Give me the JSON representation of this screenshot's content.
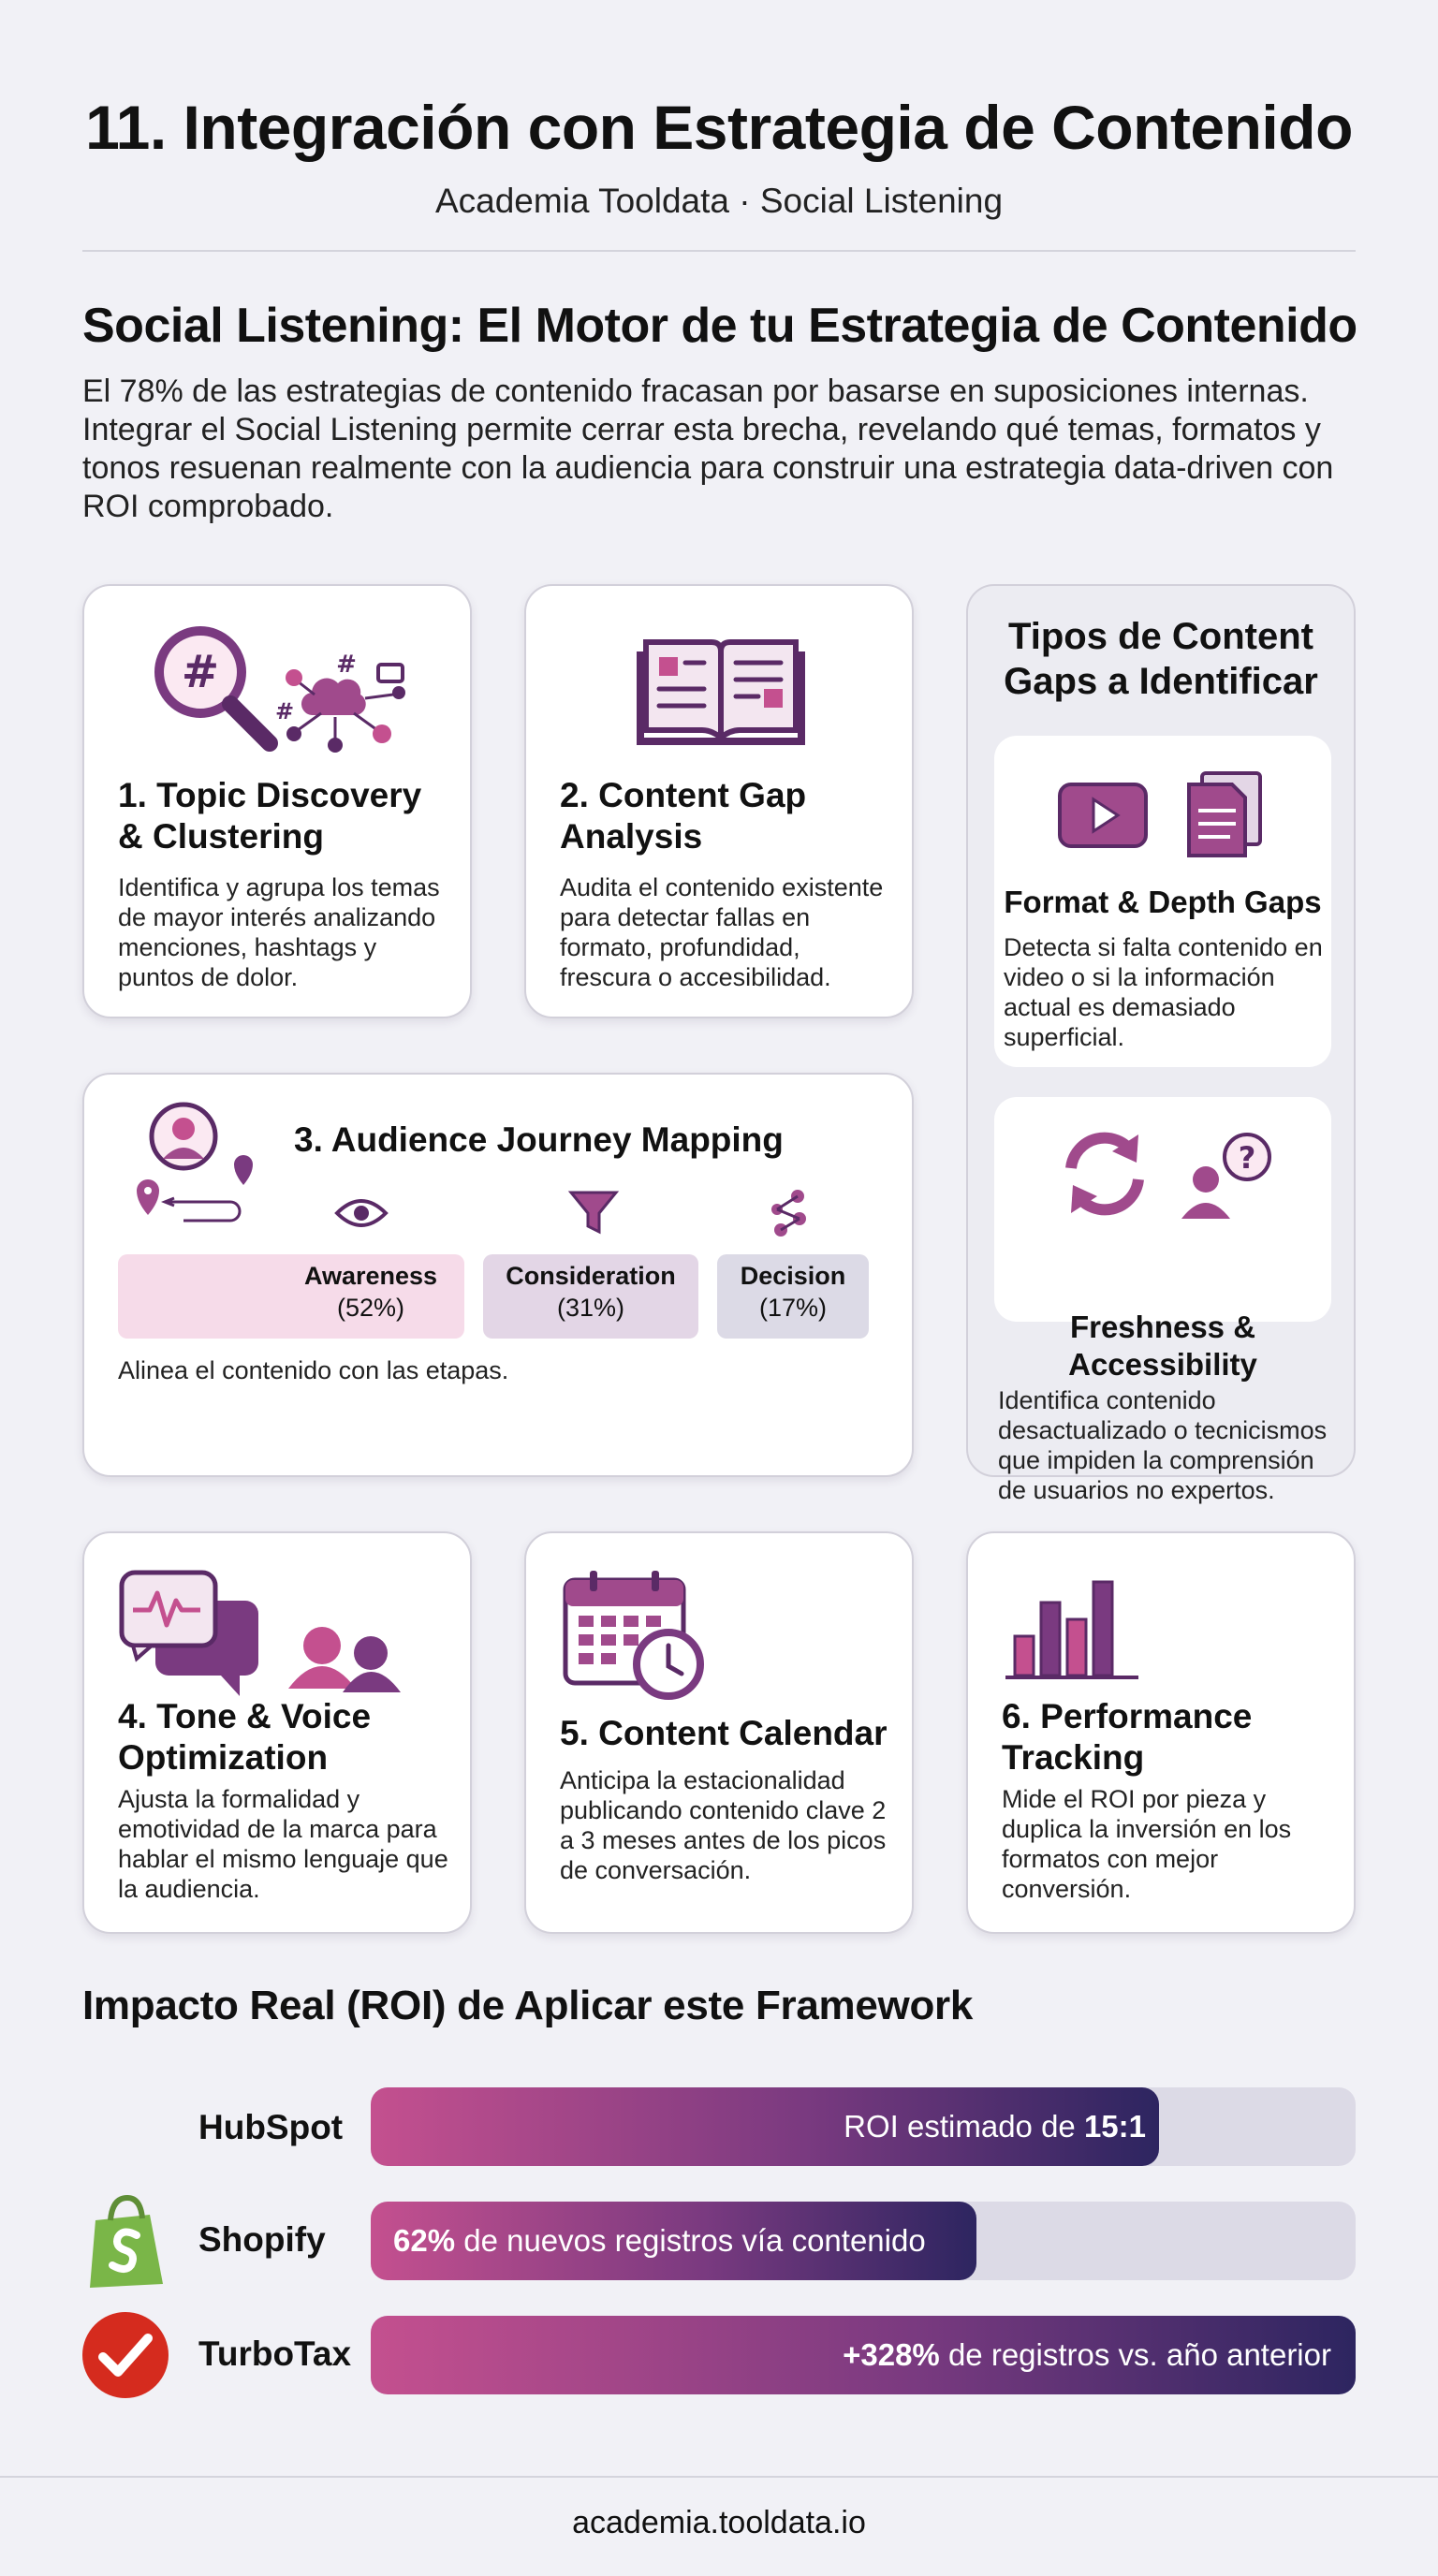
{
  "header": {
    "title": "11. Integración con Estrategia de Contenido",
    "subtitle": "Academia Tooldata · Social Listening"
  },
  "section": {
    "title": "Social Listening: El Motor de tu Estrategia de Contenido",
    "intro": "El 78% de las estrategias de contenido fracasan por basarse en suposiciones internas. Integrar el Social Listening permite cerrar esta brecha, revelando qué temas, formatos y tonos resuenan realmente con la audiencia para construir una estrategia data-driven con ROI comprobado."
  },
  "cards": {
    "topic": {
      "title": "1. Topic Discovery & Clustering",
      "text": "Identifica y agrupa los temas de mayor interés analizando menciones, hashtags y puntos de dolor."
    },
    "gap": {
      "title": "2. Content Gap Analysis",
      "text": "Audita el contenido existente para detectar fallas en formato, profundidad, frescura o accesibilidad."
    },
    "journey": {
      "title": "3. Audience Journey Mapping",
      "text": "Alinea el contenido con las etapas.",
      "stages": [
        {
          "name": "Awareness",
          "pct": "(52%)",
          "value": 52
        },
        {
          "name": "Consideration",
          "pct": "(31%)",
          "value": 31
        },
        {
          "name": "Decision",
          "pct": "(17%)",
          "value": 17
        }
      ]
    },
    "tone": {
      "title": "4. Tone & Voice Optimization",
      "text": "Ajusta la formalidad y emotividad de la marca para hablar el mismo lenguaje que la audiencia."
    },
    "calendar": {
      "title": "5. Content Calendar",
      "text": "Anticipa la estacionalidad publicando contenido clave 2 a 3 meses antes de los picos de conversación."
    },
    "performance": {
      "title": "6. Performance Tracking",
      "text": "Mide el ROI por pieza y duplica la inversión en los formatos con mejor conversión."
    }
  },
  "gaps": {
    "title": "Tipos de Content Gaps a Identificar",
    "format": {
      "title": "Format & Depth Gaps",
      "text": "Detecta si falta contenido en video o si la información actual es demasiado superficial."
    },
    "fresh": {
      "title": "Freshness & Accessibility",
      "text": "Identifica contenido desactualizado o tecnicismos que impiden la comprensión de usuarios no expertos."
    }
  },
  "roi": {
    "title": "Impacto Real (ROI) de Aplicar este Framework",
    "rows": [
      {
        "brand": "HubSpot",
        "pre": "ROI estimado de ",
        "strong": "15:1",
        "post": "",
        "fill": 0.8
      },
      {
        "brand": "Shopify",
        "pre": "",
        "strong": "62%",
        "post": " de nuevos registros vía contenido",
        "fill": 0.615
      },
      {
        "brand": "TurboTax",
        "pre": "",
        "strong": "+328%",
        "post": " de registros vs. año anterior",
        "fill": 1.0
      }
    ]
  },
  "footer": {
    "url": "academia.tooldata.io"
  },
  "colors": {
    "primary": "#7a3a80",
    "pink": "#c4508f",
    "dark": "#2d2560",
    "shopify": "#7ab648",
    "turbotax": "#d52b1e"
  }
}
